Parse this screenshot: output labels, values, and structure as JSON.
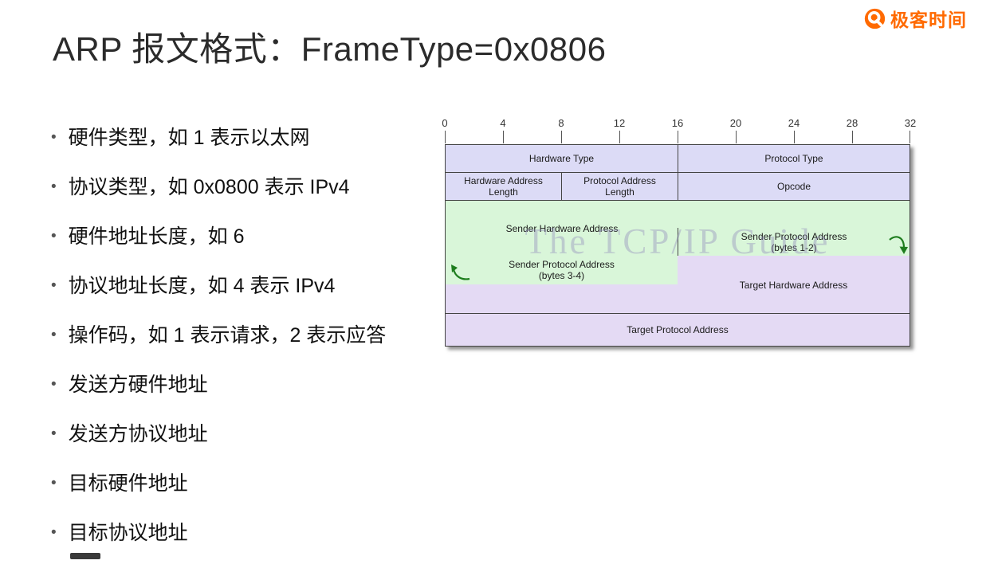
{
  "header": {
    "title": "ARP 报文格式：FrameType=0x0806",
    "logo_text": "极客时间"
  },
  "list": {
    "bullet_char": "•",
    "items": [
      "硬件类型，如 1 表示以太网",
      "协议类型，如 0x0800 表示 IPv4",
      "硬件地址长度，如 6",
      "协议地址长度，如 4 表示 IPv4",
      "操作码，如 1 表示请求，2 表示应答",
      "发送方硬件地址",
      "发送方协议地址",
      "目标硬件地址",
      "目标协议地址"
    ]
  },
  "diagram": {
    "ticks": [
      "0",
      "4",
      "8",
      "12",
      "16",
      "20",
      "24",
      "28",
      "32"
    ],
    "watermark": "The TCP/IP Guide",
    "fields": {
      "hardware_type": "Hardware Type",
      "protocol_type": "Protocol Type",
      "hardware_address_length": "Hardware Address Length",
      "protocol_address_length": "Protocol Address Length",
      "opcode": "Opcode",
      "sender_hardware_address": "Sender Hardware Address",
      "sender_protocol_address_1_2": "Sender Protocol Address (bytes 1-2)",
      "sender_protocol_address_3_4": "Sender Protocol Address (bytes 3-4)",
      "target_hardware_address": "Target Hardware Address",
      "target_protocol_address": "Target Protocol Address"
    },
    "colors": {
      "header_fill": "#dcdbf6",
      "sender_fill": "#d9f6d9",
      "target_fill": "#e4daf4",
      "border": "#444444",
      "arrow_green": "#1e7d1e"
    }
  },
  "branding": {
    "accent_color": "#ff6a00"
  }
}
